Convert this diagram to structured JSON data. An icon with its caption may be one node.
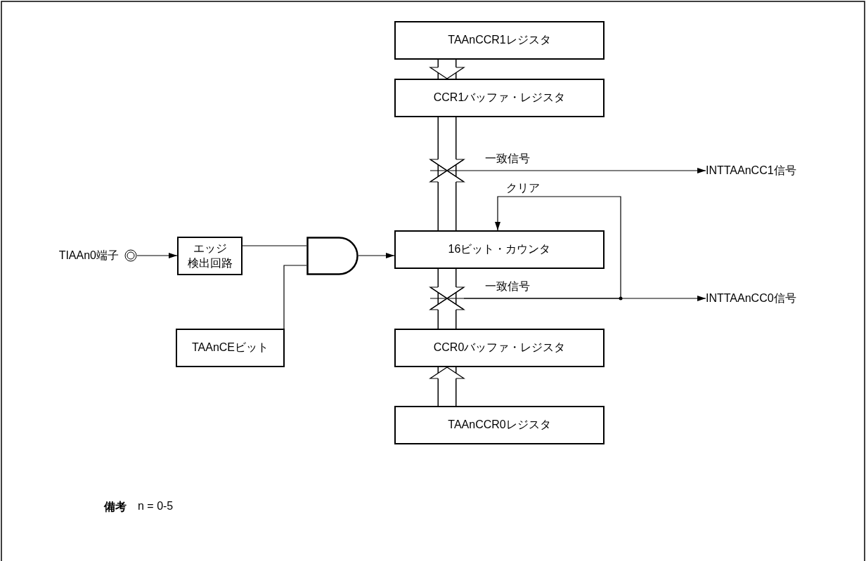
{
  "diagram": {
    "nodes": [
      {
        "text": [
          "TAAnCCR1レジスタ"
        ]
      },
      {
        "text": [
          "CCR1バッファ・レジスタ"
        ]
      },
      {
        "text": [],
        "shape": "cross"
      },
      {
        "text": [
          "INTTAAnCC1信号"
        ]
      },
      {
        "text": [
          "TIAAn0端子"
        ]
      },
      {
        "text": [
          "エッジ",
          "検出回路"
        ]
      },
      {
        "text": [],
        "shape": "gate"
      },
      {
        "text": [
          "16ビット・カウンタ"
        ]
      },
      {
        "text": [],
        "shape": "cross"
      },
      {
        "text": [
          "INTTAAnCC0信号"
        ]
      },
      {
        "text": [
          "TAAnCEビット"
        ]
      },
      {
        "text": [
          "CCR0バッファ・レジスタ"
        ]
      },
      {
        "text": [
          "TAAnCCR0レジスタ"
        ]
      }
    ],
    "edges": [
      {
        "from": 0,
        "to": 1,
        "arrow": "to",
        "style": "thick"
      },
      {
        "from": 1,
        "to": 2,
        "arrow": "to",
        "style": "thick"
      },
      {
        "from": 7,
        "to": 2,
        "arrow": "to",
        "style": "thick"
      },
      {
        "from": 2,
        "to": 3,
        "arrow": "to",
        "label": "一致信号"
      },
      {
        "from": 8,
        "to": 7,
        "arrow": "to",
        "label": "クリア"
      },
      {
        "from": 4,
        "to": 5,
        "arrow": "to"
      },
      {
        "from": 5,
        "to": 6,
        "arrow": "none"
      },
      {
        "from": 10,
        "to": 6,
        "arrow": "none"
      },
      {
        "from": 6,
        "to": 7,
        "arrow": "to"
      },
      {
        "from": 7,
        "to": 8,
        "arrow": "to",
        "style": "thick"
      },
      {
        "from": 11,
        "to": 8,
        "arrow": "to",
        "style": "thick"
      },
      {
        "from": 8,
        "to": 9,
        "arrow": "to",
        "label": "一致信号"
      },
      {
        "from": 12,
        "to": 11,
        "arrow": "to",
        "style": "thick"
      }
    ],
    "labels": [
      "備考",
      "n = 0-5"
    ]
  }
}
